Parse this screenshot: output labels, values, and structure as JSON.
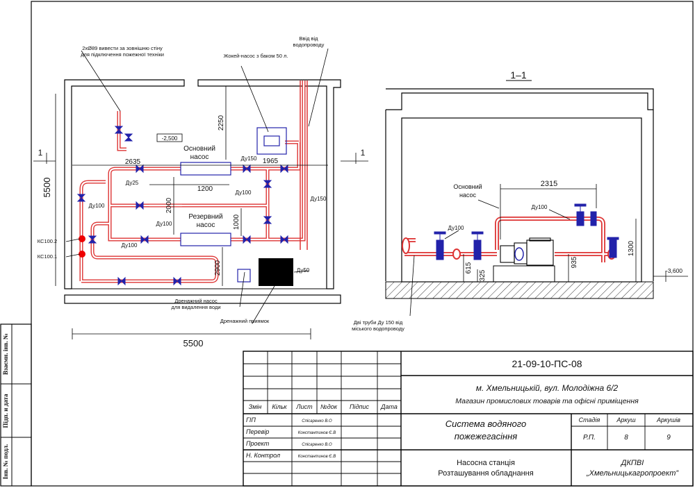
{
  "plan": {
    "note_outlet": "2хØ89 вивести за зовнішню стіну",
    "note_outlet2": "для підключення пожежної техніки",
    "note_jockey": "Жокей-насос з баком 50 л.",
    "note_inlet": "Ввід від",
    "note_inlet2": "водопроводу",
    "elevation": "-2,500",
    "label_main_pump": "Основний",
    "label_main_pump2": "насос",
    "label_reserve_pump": "Резервний",
    "label_reserve_pump2": "насос",
    "dim_2635": "2635",
    "dim_1965": "1965",
    "dim_1200": "1200",
    "dim_2000": "2000",
    "dim_1000": "1000",
    "dim_2250": "2250",
    "dim_2900": "2900",
    "dim_5500_v": "5500",
    "dim_5500_h": "5500",
    "du150_a": "Ду150",
    "du150_b": "Ду150",
    "du25": "Ду25",
    "du100_a": "Ду100",
    "du100_b": "Ду100",
    "du100_c": "Ду100",
    "du100_d": "Ду100",
    "du50": "Ду50",
    "kc1": "КС100.2",
    "kc2": "КС100.1",
    "section_mark": "1",
    "section_mark2": "1",
    "note_drain_pump": "Дренажний насос",
    "note_drain_pump2": "для видалення води",
    "note_drain_pit": "Дренажний приямок"
  },
  "section": {
    "title": "1–1",
    "label_main_pump": "Основний",
    "label_main_pump2": "насос",
    "dim_2315": "2315",
    "du100_a": "Ду100",
    "du100_b": "Ду100",
    "dim_615": "615",
    "dim_325": "325",
    "dim_935": "935",
    "dim_1300": "1300",
    "elevation": "-3,600",
    "note_pipes": "Дві труби Ду 150 від",
    "note_pipes2": "міського водопроводу"
  },
  "side_stamp": {
    "c1": "Взаємн. інв. №",
    "c2": "Підп. и дата",
    "c3": "Інв. № подл."
  },
  "title_block": {
    "headers": [
      "Змін",
      "Кільк",
      "Лист",
      "№док",
      "Підпис",
      "Дата"
    ],
    "roles": [
      "ГІП",
      "Перевір",
      "Проект",
      "Н. Контрол"
    ],
    "names": [
      "Спісаренко В.О",
      "Константинов Є.В",
      "Спісаренко В.О",
      "Константинов Є.В"
    ],
    "code": "21-09-10-ПС-08",
    "address": "м.  Хмельницькій, вул. Молодіжна 6/2",
    "object": "Магазин промислових товарів та офісні приміщення",
    "system": "Система водяного",
    "system2": "пожежегасіння",
    "stage_label": "Стадія",
    "sheet_label": "Аркуш",
    "sheets_label": "Аркушів",
    "stage": "Р.П.",
    "sheet": "8",
    "sheets": "9",
    "drawing": "Насосна станція",
    "drawing2": "Розташування обладнання",
    "org": "ДКПВІ",
    "org2": "„Хмельницькагропроект”"
  }
}
